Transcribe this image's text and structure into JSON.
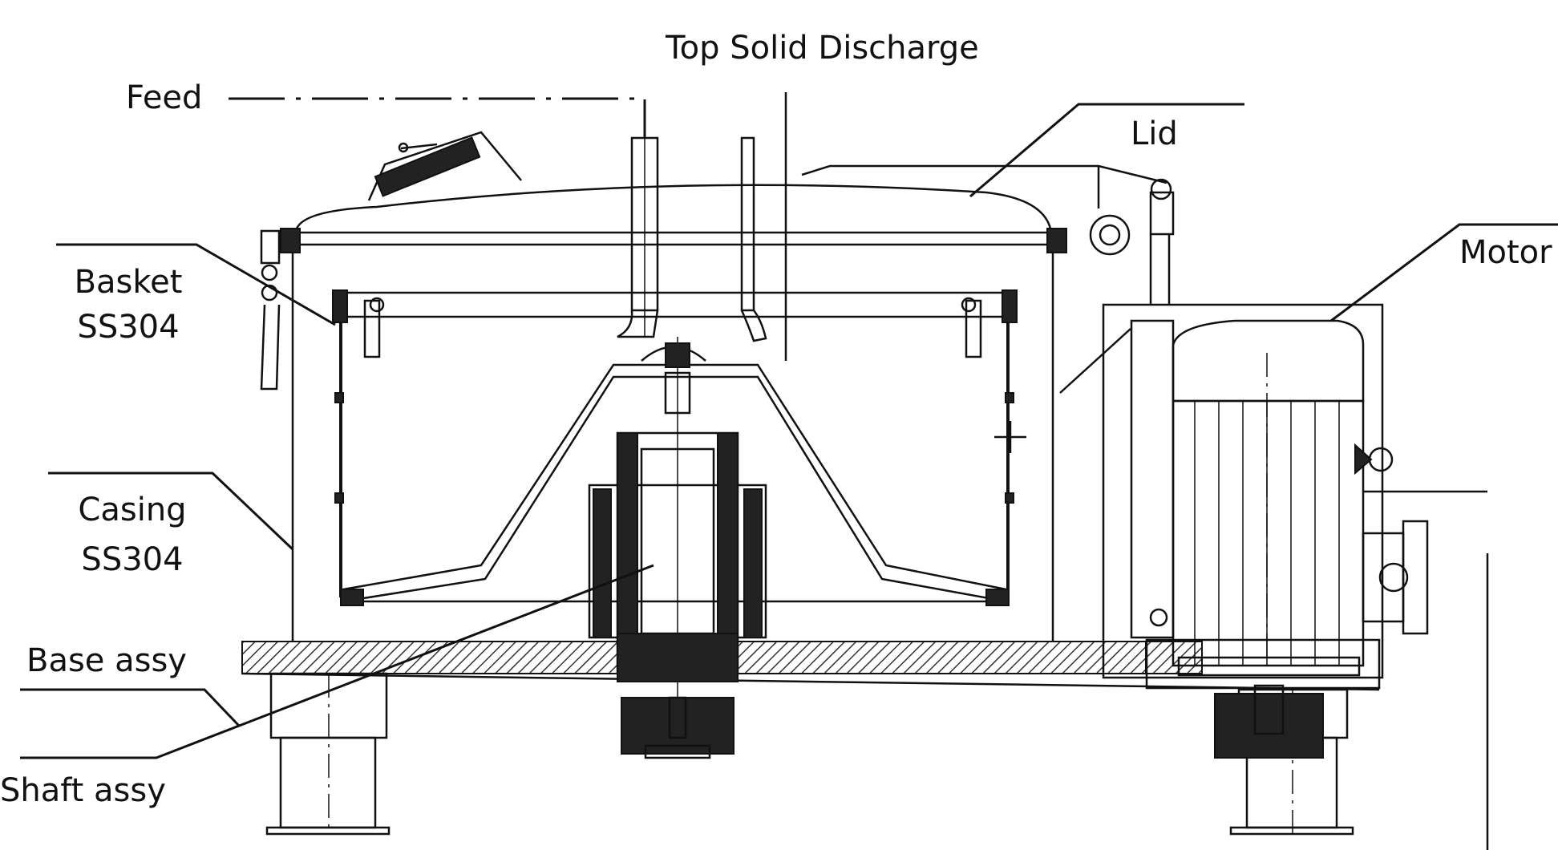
{
  "labels": {
    "top_solid_discharge": "Top Solid Discharge",
    "feed": "Feed",
    "lid": "Lid",
    "motor": "Motor",
    "basket_line1": "Basket",
    "basket_line2": "SS304",
    "casing_line1": "Casing",
    "casing_line2": "SS304",
    "base_assy": "Base assy",
    "shaft_assy": "Shaft assy"
  }
}
